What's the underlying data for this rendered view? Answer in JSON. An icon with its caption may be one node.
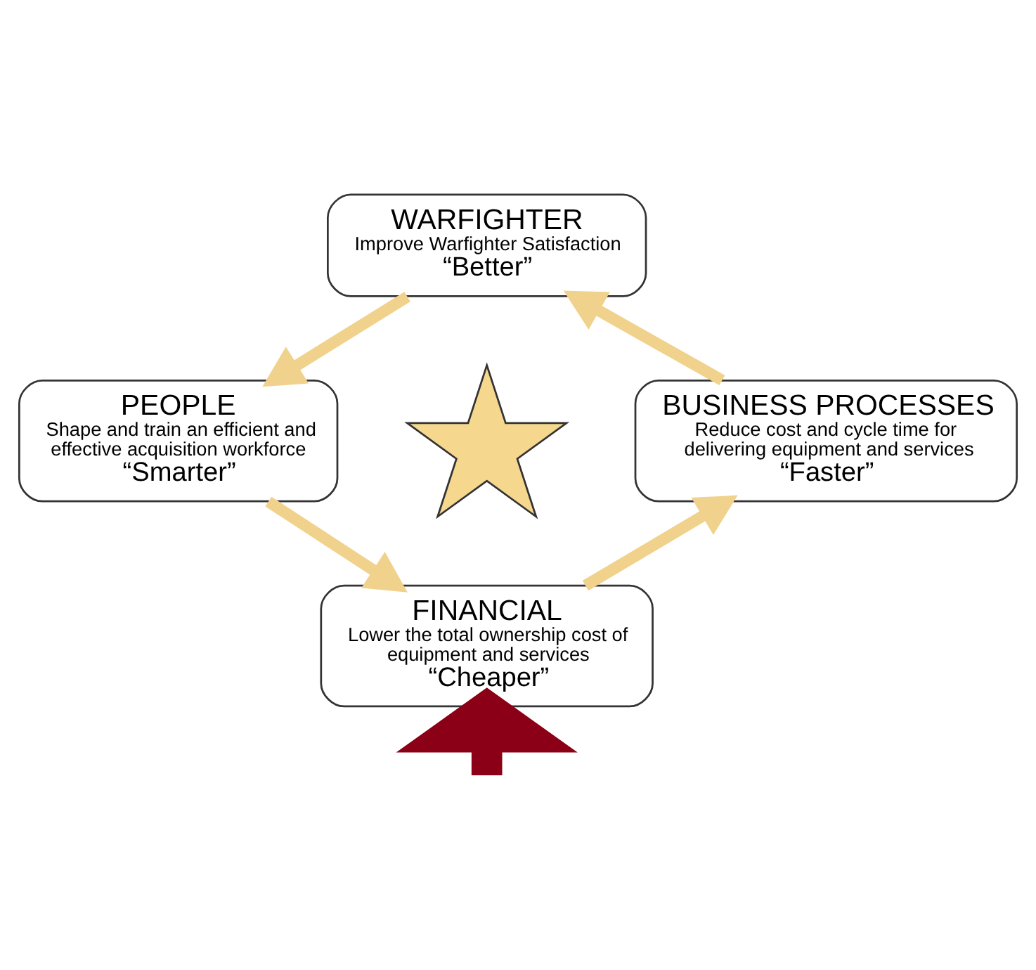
{
  "diagram": {
    "nodes": [
      {
        "text": [
          "WARFIGHTER",
          "Improve Warfighter Satisfaction",
          "“Better”"
        ]
      },
      {
        "text": [
          "PEOPLE",
          "Shape and train an efficient and effective acquisition workforce",
          "“Smarter”"
        ]
      },
      {
        "text": [
          "BUSINESS PROCESSES",
          "Reduce cost and cycle time for delivering equipment and services",
          "“Faster”"
        ]
      },
      {
        "text": [
          "FINANCIAL",
          "Lower the total ownership cost of equipment and services",
          "“Cheaper”"
        ]
      },
      {
        "text": [],
        "shape": "star"
      }
    ],
    "edges": [
      {
        "from": 0,
        "to": 1,
        "arrow": "to"
      },
      {
        "from": 1,
        "to": 3,
        "arrow": "to"
      },
      {
        "from": 3,
        "to": 2,
        "arrow": "to"
      },
      {
        "from": 2,
        "to": 0,
        "arrow": "to"
      },
      {
        "from": null,
        "to": 3,
        "arrow": "to",
        "style": "thick",
        "color": "#8b0016"
      }
    ]
  }
}
